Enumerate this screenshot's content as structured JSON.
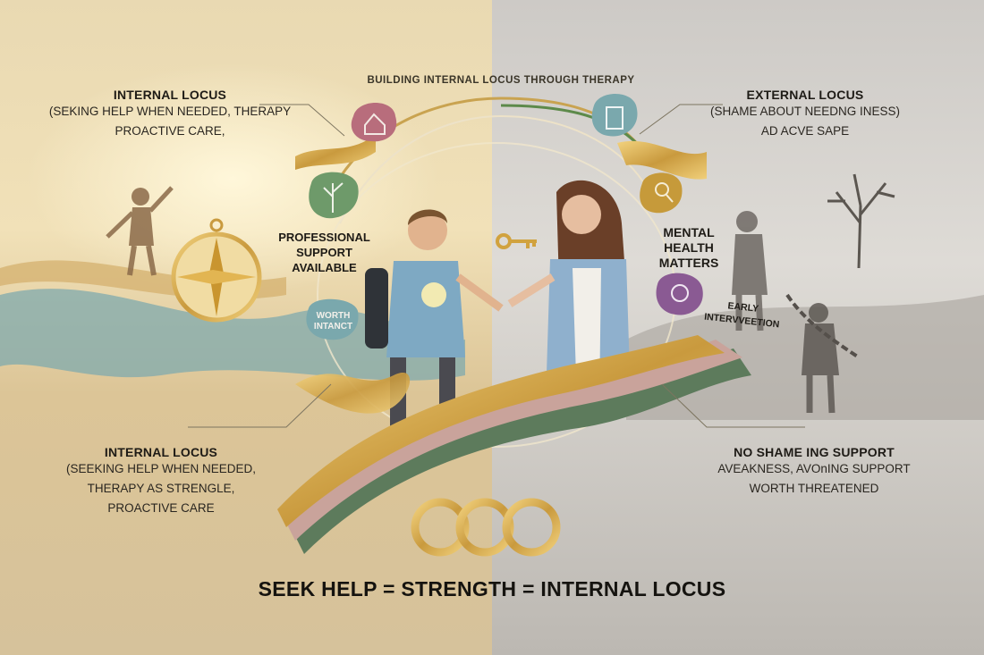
{
  "arc_title": "BUILDING INTERNAL LOCUS THROUGH THERAPY",
  "top_left": {
    "heading": "INTERNAL LOCUS",
    "lines": [
      "(SEKING HELP WHEN NEEDED, THERAPY",
      "PROACTIVE CARE,"
    ]
  },
  "top_right": {
    "heading": "EXTERNAL LOCUS",
    "lines": [
      "(SHAME ABOUT NEEDNG INESS)",
      "AD ACVE SAPE"
    ]
  },
  "bottom_left": {
    "heading": "INTERNAL LOCUS",
    "lines": [
      "(SEEKING HELP WHEN NEEDED,",
      "THERAPY AS STRENGLE,",
      "PROACTIVE CARE"
    ]
  },
  "bottom_right": {
    "heading": "NO SHAME ING SUPPORT",
    "lines": [
      "AVEAKNESS, AVOnING SUPPORT",
      "WORTH THREATENED"
    ]
  },
  "center_labels": {
    "professional": [
      "PROFESSIONAL",
      "SUPPORT",
      "AVAILABLE"
    ],
    "worth": [
      "WORTH",
      "INTANCT"
    ],
    "mental_health": [
      "MENTAL",
      "HEALTH",
      "MATTERS"
    ],
    "early": [
      "EARLY",
      "INTERVVEETION"
    ]
  },
  "footer": "SEEK HELP = STRENGTH = INTERNAL LOCUS",
  "colors": {
    "left_bg": "#e4cfa2",
    "right_bg": "#c9c5c0",
    "gold": "#d2a74e",
    "ribbon_pink": "#c9a39b",
    "ribbon_green": "#5d7b5c",
    "badge_rose": "#b86d7c",
    "badge_green": "#6e9a6a",
    "badge_teal": "#7aa8ad",
    "badge_purple": "#8a5a93",
    "badge_gold": "#c69a3a"
  },
  "icons": [
    "compass-icon",
    "key-icon",
    "interlocking-rings-icon",
    "house-badge-icon",
    "plant-badge-icon",
    "tablet-badge-icon",
    "magnifier-badge-icon",
    "bear-badge-icon"
  ]
}
